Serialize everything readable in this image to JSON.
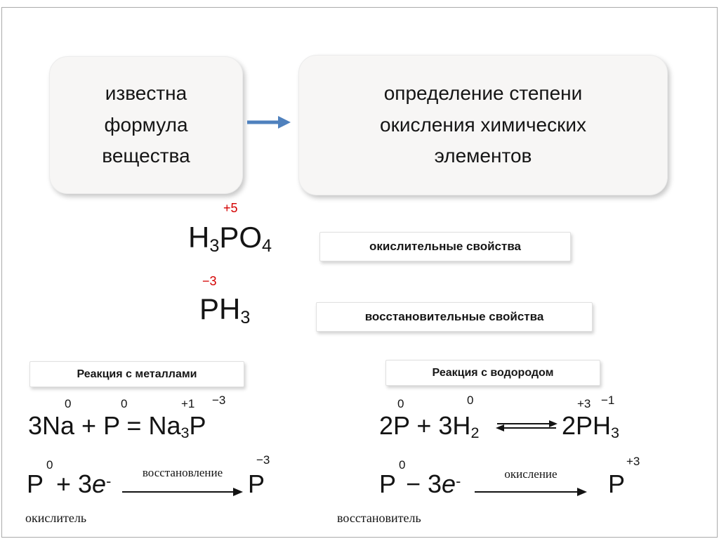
{
  "flow": {
    "source": "известна формула вещества",
    "target": "определение степени окисления химических элементов"
  },
  "species": {
    "h3po4": {
      "ox": "+5",
      "f1": "H",
      "sub1": "3",
      "f2": "PO",
      "sub2": "4",
      "property": "окислительные свойства"
    },
    "ph3": {
      "ox": "−3",
      "f1": "PH",
      "sub1": "3",
      "property": "восстановительные свойства"
    }
  },
  "metal": {
    "title": "Реакция с металлами",
    "eq": {
      "part1": "3Na + P = Na",
      "sub1": "3",
      "part2": "P",
      "ox1": "0",
      "ox2": "0",
      "ox3": "+1",
      "ox4": "−3"
    },
    "half": {
      "p1": "P",
      "ox1": "0",
      "op": "+ 3",
      "e": "e",
      "esup": "-",
      "arrow": "восстановление",
      "p2": "P",
      "ox2": "−3"
    },
    "role": "окислитель"
  },
  "hydrogen": {
    "title": "Реакция с водородом",
    "eq": {
      "part1": "2P + 3H",
      "sub1": "2",
      "part2": "2PH",
      "sub2": "3",
      "ox1": "0",
      "ox2": "0",
      "ox3": "+3",
      "ox4": "−1"
    },
    "half": {
      "p1": "P",
      "ox1": "0",
      "op": "− 3",
      "e": "e",
      "esup": "-",
      "arrow": "окисление",
      "p2": "P",
      "ox2": "+3"
    },
    "role": "восстановитель"
  },
  "colors": {
    "accent_red": "#d40000",
    "arrow_blue": "#4f81bd"
  }
}
